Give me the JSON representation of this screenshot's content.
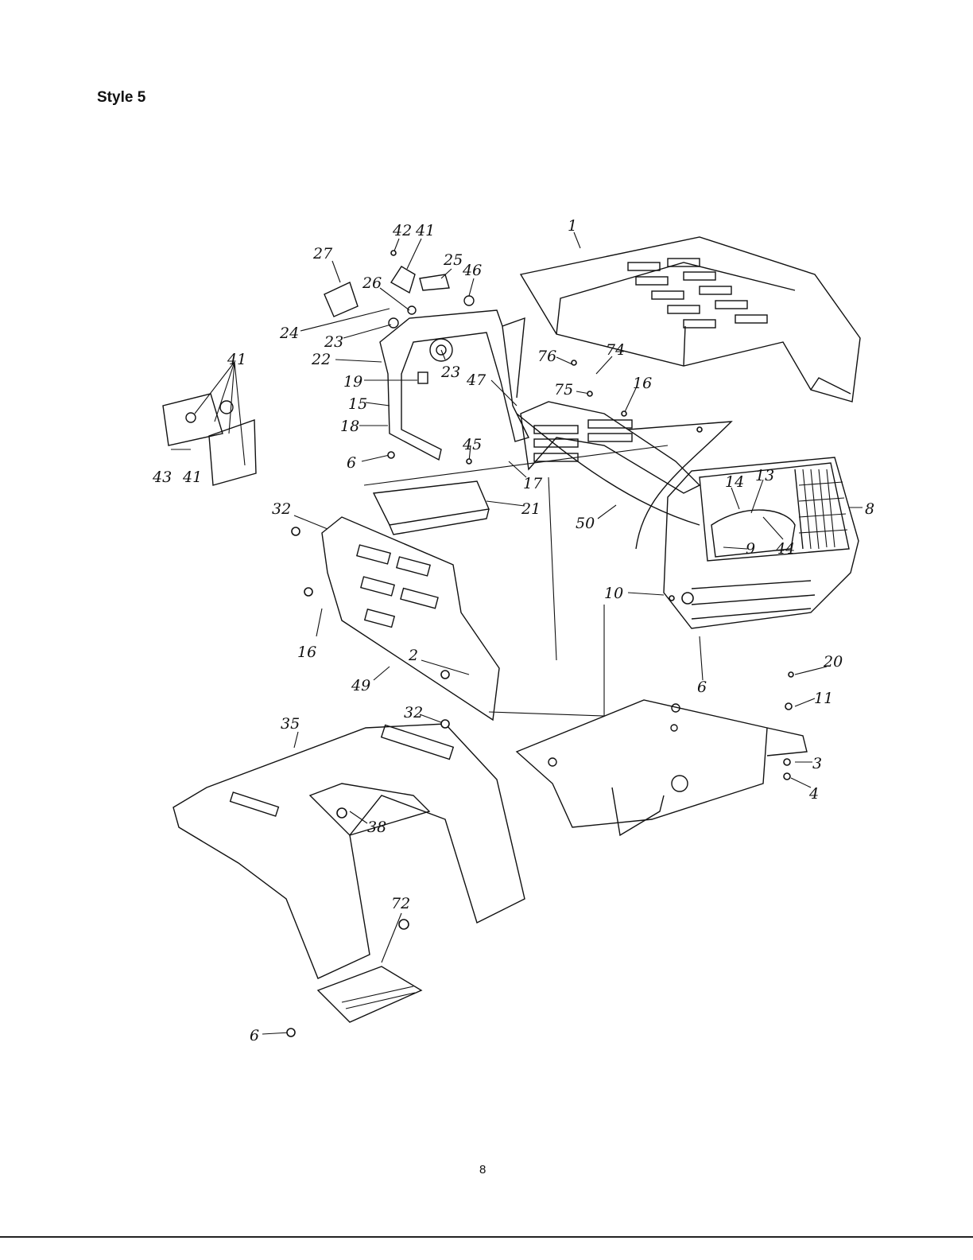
{
  "header": {
    "title": "Style 5"
  },
  "footer": {
    "page_number": "8"
  },
  "callouts": [
    {
      "id": "c-42",
      "label": "42"
    },
    {
      "id": "c-41a",
      "label": "41"
    },
    {
      "id": "c-1",
      "label": "1"
    },
    {
      "id": "c-27",
      "label": "27"
    },
    {
      "id": "c-25",
      "label": "25"
    },
    {
      "id": "c-46",
      "label": "46"
    },
    {
      "id": "c-26",
      "label": "26"
    },
    {
      "id": "c-24",
      "label": "24"
    },
    {
      "id": "c-23a",
      "label": "23"
    },
    {
      "id": "c-22",
      "label": "22"
    },
    {
      "id": "c-41b",
      "label": "41"
    },
    {
      "id": "c-19",
      "label": "19"
    },
    {
      "id": "c-23b",
      "label": "23"
    },
    {
      "id": "c-76",
      "label": "76"
    },
    {
      "id": "c-74",
      "label": "74"
    },
    {
      "id": "c-75",
      "label": "75"
    },
    {
      "id": "c-16a",
      "label": "16"
    },
    {
      "id": "c-47",
      "label": "47"
    },
    {
      "id": "c-15",
      "label": "15"
    },
    {
      "id": "c-18",
      "label": "18"
    },
    {
      "id": "c-45",
      "label": "45"
    },
    {
      "id": "c-43",
      "label": "43"
    },
    {
      "id": "c-41c",
      "label": "41"
    },
    {
      "id": "c-6a",
      "label": "6"
    },
    {
      "id": "c-17",
      "label": "17"
    },
    {
      "id": "c-14",
      "label": "14"
    },
    {
      "id": "c-13",
      "label": "13"
    },
    {
      "id": "c-8",
      "label": "8"
    },
    {
      "id": "c-21",
      "label": "21"
    },
    {
      "id": "c-32a",
      "label": "32"
    },
    {
      "id": "c-50",
      "label": "50"
    },
    {
      "id": "c-9",
      "label": "9"
    },
    {
      "id": "c-44",
      "label": "44"
    },
    {
      "id": "c-10",
      "label": "10"
    },
    {
      "id": "c-16b",
      "label": "16"
    },
    {
      "id": "c-2",
      "label": "2"
    },
    {
      "id": "c-20",
      "label": "20"
    },
    {
      "id": "c-49",
      "label": "49"
    },
    {
      "id": "c-6b",
      "label": "6"
    },
    {
      "id": "c-11",
      "label": "11"
    },
    {
      "id": "c-35",
      "label": "35"
    },
    {
      "id": "c-32b",
      "label": "32"
    },
    {
      "id": "c-3",
      "label": "3"
    },
    {
      "id": "c-4",
      "label": "4"
    },
    {
      "id": "c-38",
      "label": "38"
    },
    {
      "id": "c-72",
      "label": "72"
    },
    {
      "id": "c-6c",
      "label": "6"
    }
  ]
}
